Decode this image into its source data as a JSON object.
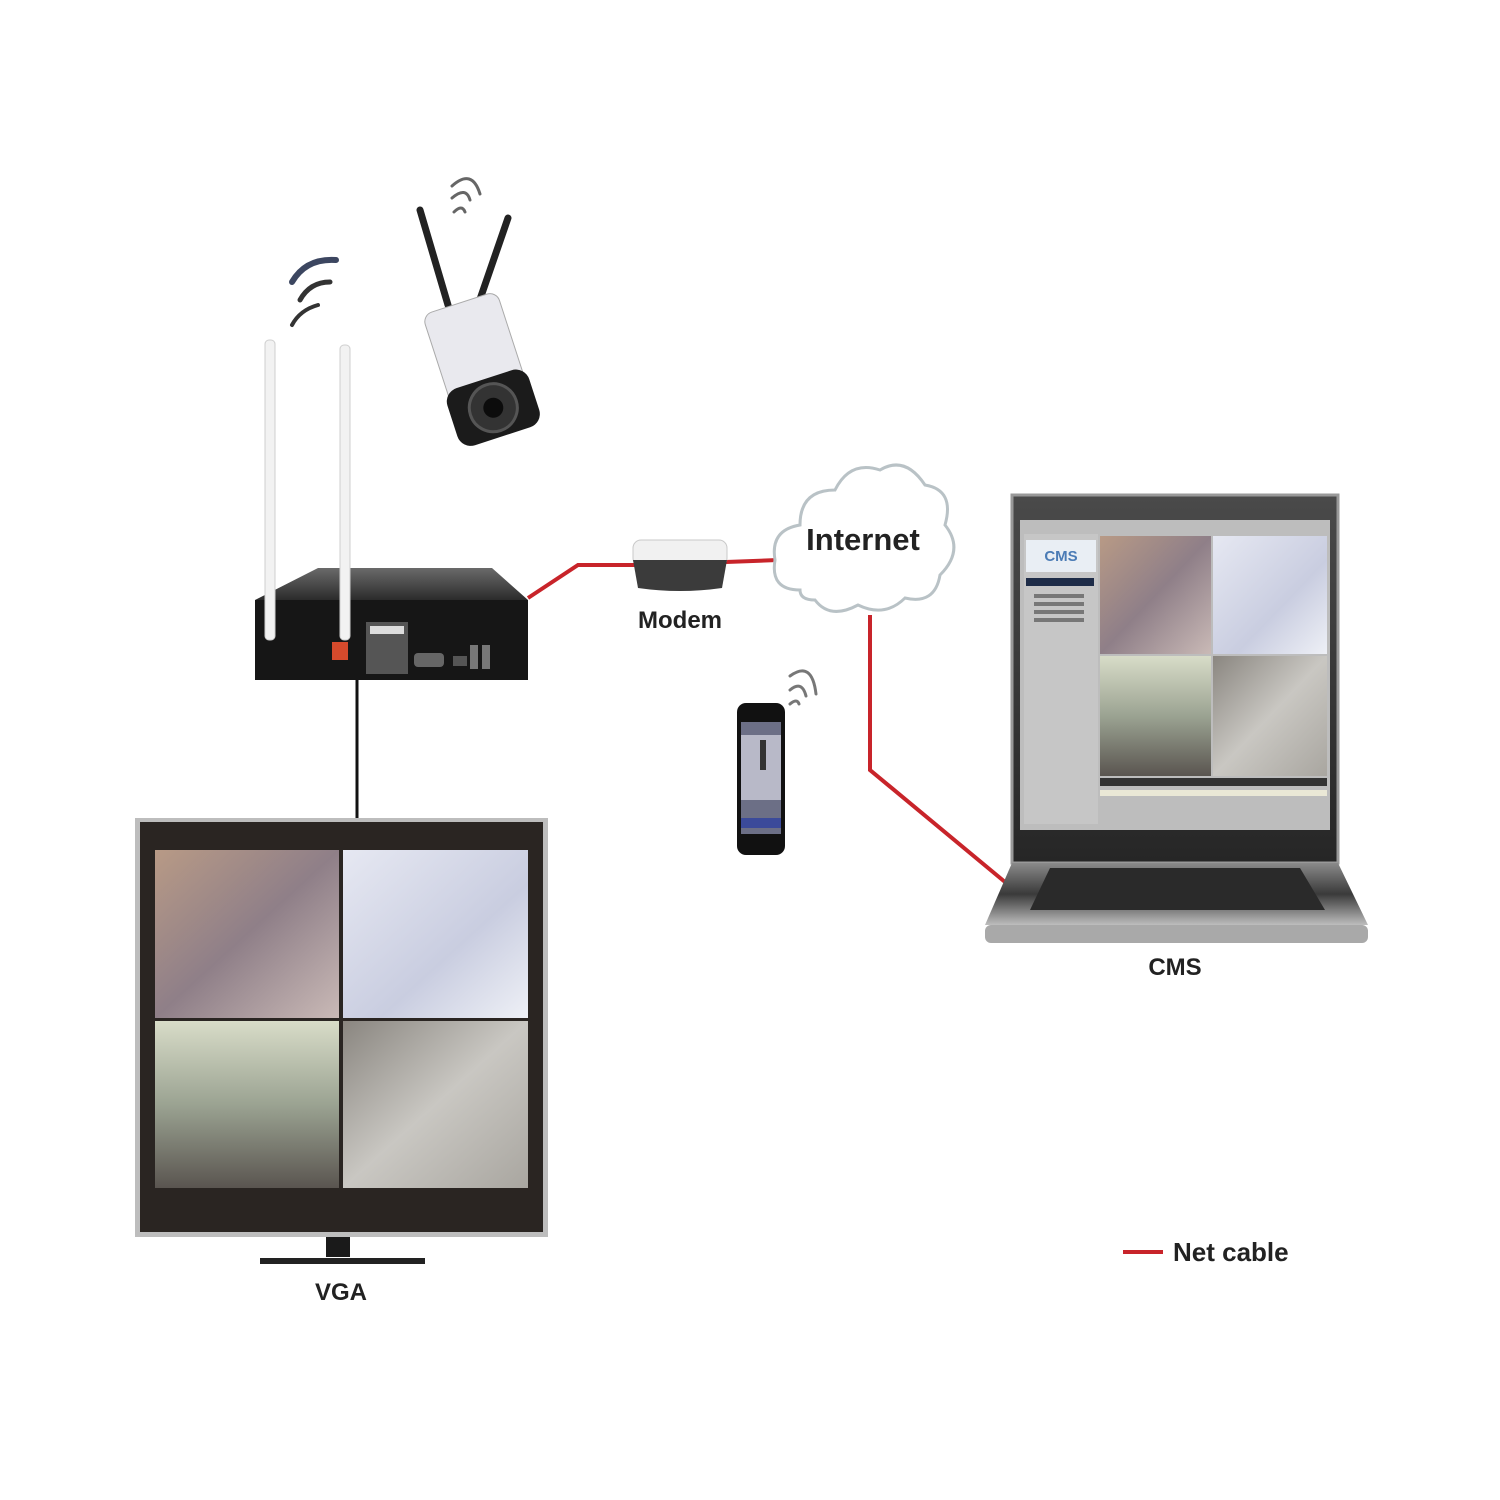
{
  "labels": {
    "internet": "Internet",
    "modem": "Modem",
    "cms": "CMS",
    "vga": "VGA",
    "legend_net_cable": "Net cable"
  },
  "laptop_screen": {
    "logo": "CMS"
  },
  "colors": {
    "net_cable": "#c8242a",
    "vga_cable": "#111111",
    "device_dark": "#1c1c1c"
  }
}
